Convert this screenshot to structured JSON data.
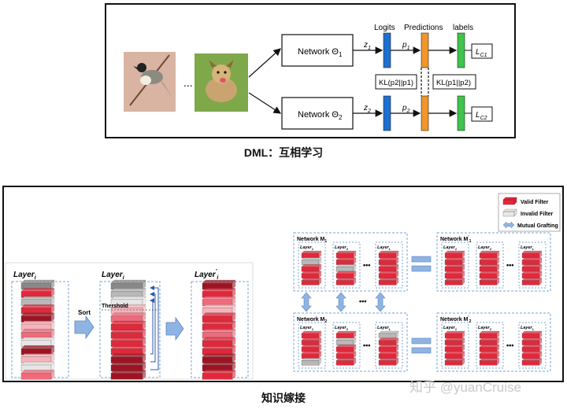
{
  "dml": {
    "ellipsis": "...",
    "net1": "Network Θ",
    "net1_sub": "1",
    "net2": "Network Θ",
    "net2_sub": "2",
    "col_logits": "Logits",
    "col_predictions": "Predictions",
    "col_labels": "labels",
    "z1": "z",
    "z1_sub": "1",
    "z2": "z",
    "z2_sub": "2",
    "p1": "p",
    "p1_sub": "1",
    "p2": "p",
    "p2_sub": "2",
    "kl_left": "KL(p2||p1)",
    "kl_right": "KL(p1||p2)",
    "lc1": "L",
    "lc1_sub": "C1",
    "lc2": "L",
    "lc2_sub": "C2",
    "caption": "DML：互相学习",
    "colors": {
      "logits": "#1e6fd0",
      "predictions": "#f0962a",
      "labels": "#3ec44c"
    }
  },
  "grafting": {
    "layer": "Layer",
    "layer_sub": "i",
    "layer_prime_sub": "i",
    "sort": "Sort",
    "threshold": "Thershold",
    "legend": {
      "valid": "Valid Filter",
      "invalid": "Invalid Filter",
      "mutual": "Mutual Grafting"
    },
    "net_m1": "Network M",
    "net_m1_sub": "1",
    "net_m2": "Network M",
    "net_m2_sub": "2",
    "net_m1p": "Network M",
    "net_m1p_sub": "1",
    "net_m2p": "Network M",
    "net_m2p_sub": "2",
    "layer1": "Layer",
    "layer1_sub": "1",
    "layer2": "Layer",
    "layer2_sub": "2",
    "layerL": "Layer",
    "layerL_sub": "L",
    "ellipsis": "•••",
    "caption": "知识嫁接",
    "watermark": "知乎 @yuanCruise",
    "colors": {
      "valid": "#e0293b",
      "invalid": "#b8b8b8",
      "dark": "#9c1422",
      "light": "#f7b3bb",
      "arrow": "#8fb4e3"
    }
  }
}
